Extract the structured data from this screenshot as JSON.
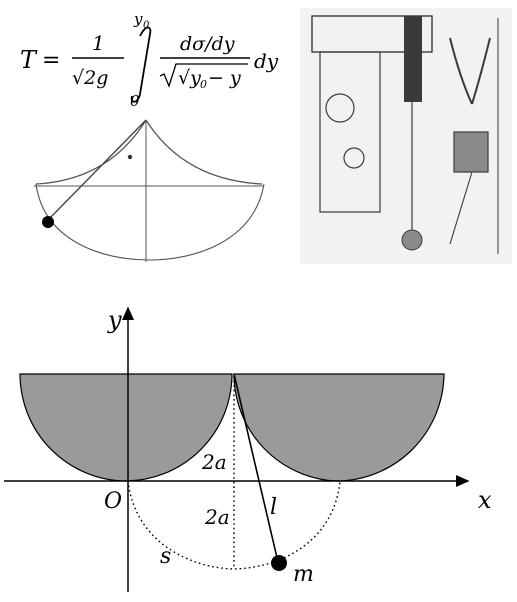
{
  "formula": {
    "lhs": "T",
    "equals": "=",
    "frac_num": "1",
    "frac_den": "√2g",
    "upper_limit": "y",
    "upper_limit_sub": "0",
    "lower_limit": "0",
    "integrand_num": "dσ/dy",
    "integrand_den": "√y",
    "integrand_den_sub": "0",
    "integrand_den_tail": " − y",
    "differential": "dy"
  },
  "diagram": {
    "y_axis_label": "y",
    "x_axis_label": "x",
    "origin_label": "O",
    "upper_2a_label": "2a",
    "lower_2a_label": "2a",
    "string_label": "l",
    "arc_label": "s",
    "mass_label": "m"
  },
  "colors": {
    "cheek_fill": "#9a9a9a",
    "line": "#000000",
    "engraving_bg": "#f2f2f2",
    "engraving_ink": "#3a3a3a"
  }
}
